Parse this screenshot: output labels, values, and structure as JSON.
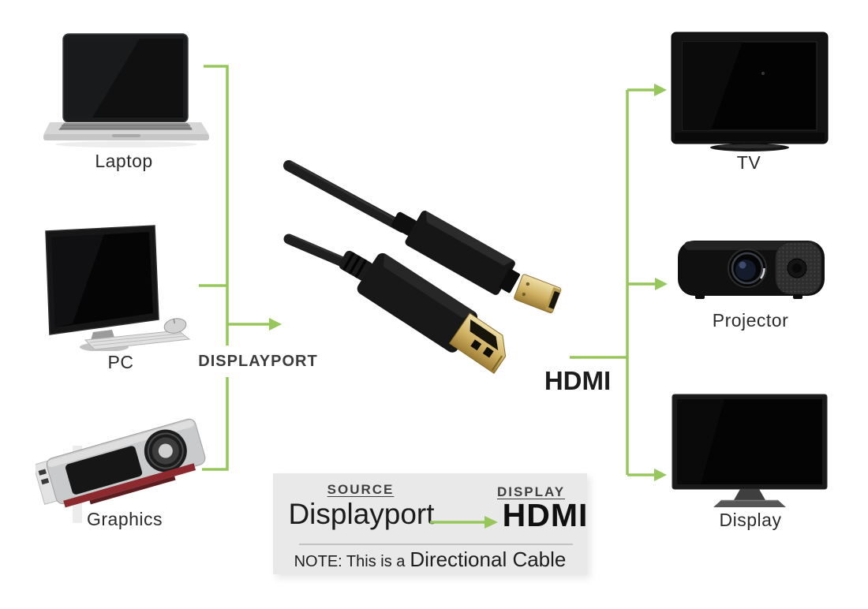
{
  "sources": {
    "items": [
      {
        "label": "Laptop",
        "icon": "laptop-illustration"
      },
      {
        "label": "PC",
        "icon": "desktop-pc-illustration"
      },
      {
        "label": "Graphics",
        "icon": "graphics-card-illustration"
      }
    ],
    "port_label": "DISPLAYPORT"
  },
  "displays": {
    "items": [
      {
        "label": "TV",
        "icon": "tv-illustration"
      },
      {
        "label": "Projector",
        "icon": "projector-illustration"
      },
      {
        "label": "Display",
        "icon": "monitor-illustration"
      }
    ],
    "port_label": "HDMI"
  },
  "cable": {
    "icon": "displayport-to-hdmi-cable-photo"
  },
  "legend": {
    "source_heading": "SOURCE",
    "source_value": "Displayport",
    "display_heading": "DISPLAY",
    "display_value": "HDMI",
    "note_prefix": "NOTE: This is a",
    "note_emphasis": "Directional Cable"
  },
  "colors": {
    "arrow_green": "#97c75c",
    "label_text": "#2b2b2b",
    "legend_bg": "#e9e9e9"
  }
}
